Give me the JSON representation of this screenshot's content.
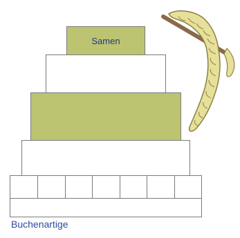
{
  "diagram": {
    "top_label": "Samen",
    "caption": "Buchenartige",
    "colors": {
      "olive": "#bcc472",
      "text_dark_blue": "#1f3a7a",
      "caption_blue": "#2b4a9a",
      "catkin_fill": "#e6e09a",
      "catkin_stroke": "#8a8040",
      "twig": "#8b6a4a"
    },
    "icons": [
      "catkin-illustration-icon"
    ],
    "base_cell_count": 7
  }
}
